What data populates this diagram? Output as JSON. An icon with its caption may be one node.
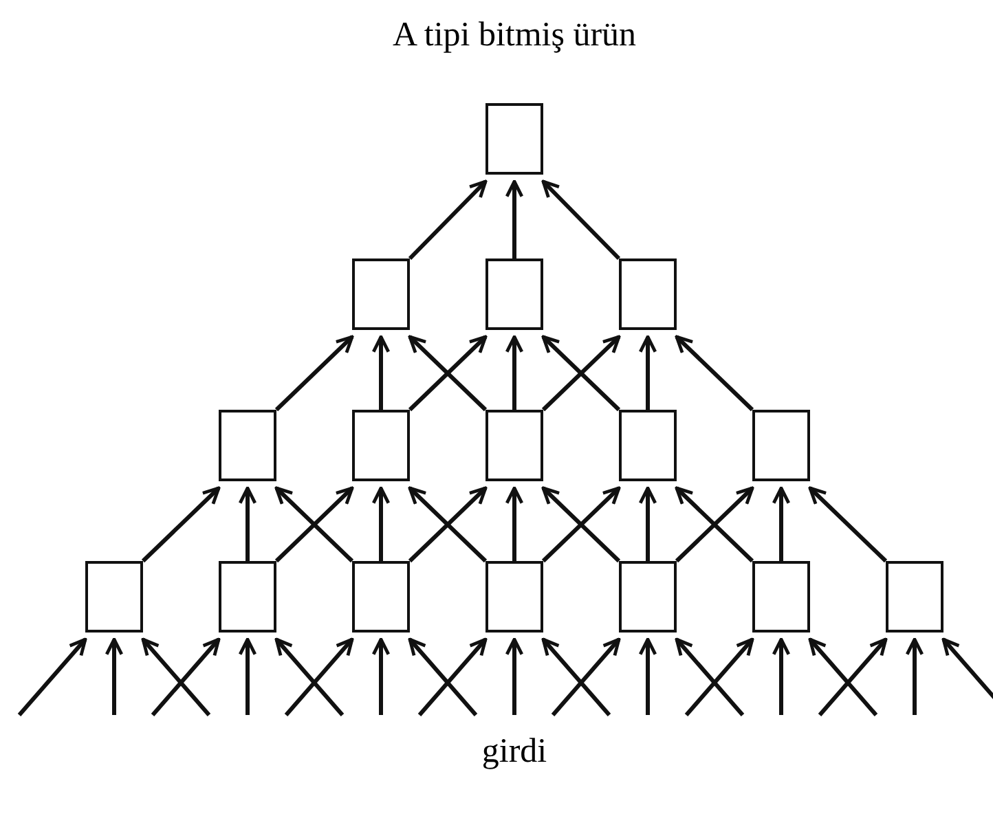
{
  "diagram": {
    "title": "A tipi bitmiş ürün",
    "nodes": [
      {
        "text": [],
        "shape": "box"
      },
      {
        "text": [],
        "shape": "box"
      },
      {
        "text": [],
        "shape": "box"
      },
      {
        "text": [],
        "shape": "box"
      },
      {
        "text": [],
        "shape": "box"
      },
      {
        "text": [],
        "shape": "box"
      },
      {
        "text": [],
        "shape": "box"
      },
      {
        "text": [],
        "shape": "box"
      },
      {
        "text": [],
        "shape": "box"
      },
      {
        "text": [],
        "shape": "box"
      },
      {
        "text": [],
        "shape": "box"
      },
      {
        "text": [],
        "shape": "box"
      },
      {
        "text": [],
        "shape": "box"
      },
      {
        "text": [],
        "shape": "box"
      },
      {
        "text": [],
        "shape": "box"
      },
      {
        "text": [],
        "shape": "box"
      }
    ],
    "edges": [
      {
        "from": 1,
        "to": 0,
        "arrow": "to"
      },
      {
        "from": 2,
        "to": 0,
        "arrow": "to"
      },
      {
        "from": 3,
        "to": 0,
        "arrow": "to"
      },
      {
        "from": 4,
        "to": 1,
        "arrow": "to"
      },
      {
        "from": 5,
        "to": 1,
        "arrow": "to"
      },
      {
        "from": 5,
        "to": 2,
        "arrow": "to"
      },
      {
        "from": 6,
        "to": 1,
        "arrow": "to"
      },
      {
        "from": 6,
        "to": 2,
        "arrow": "to"
      },
      {
        "from": 6,
        "to": 3,
        "arrow": "to"
      },
      {
        "from": 7,
        "to": 2,
        "arrow": "to"
      },
      {
        "from": 7,
        "to": 3,
        "arrow": "to"
      },
      {
        "from": 8,
        "to": 3,
        "arrow": "to"
      },
      {
        "from": 9,
        "to": 4,
        "arrow": "to"
      },
      {
        "from": 10,
        "to": 4,
        "arrow": "to"
      },
      {
        "from": 10,
        "to": 5,
        "arrow": "to"
      },
      {
        "from": 11,
        "to": 4,
        "arrow": "to"
      },
      {
        "from": 11,
        "to": 5,
        "arrow": "to"
      },
      {
        "from": 11,
        "to": 6,
        "arrow": "to"
      },
      {
        "from": 12,
        "to": 5,
        "arrow": "to"
      },
      {
        "from": 12,
        "to": 6,
        "arrow": "to"
      },
      {
        "from": 12,
        "to": 7,
        "arrow": "to"
      },
      {
        "from": 13,
        "to": 6,
        "arrow": "to"
      },
      {
        "from": 13,
        "to": 7,
        "arrow": "to"
      },
      {
        "from": 13,
        "to": 8,
        "arrow": "to"
      },
      {
        "from": 14,
        "to": 7,
        "arrow": "to"
      },
      {
        "from": 14,
        "to": 8,
        "arrow": "to"
      },
      {
        "from": 15,
        "to": 8,
        "arrow": "to"
      },
      {
        "from": null,
        "to": 9,
        "arrow": "to"
      },
      {
        "from": null,
        "to": 9,
        "arrow": "to"
      },
      {
        "from": null,
        "to": 9,
        "arrow": "to"
      },
      {
        "from": null,
        "to": 10,
        "arrow": "to"
      },
      {
        "from": null,
        "to": 10,
        "arrow": "to"
      },
      {
        "from": null,
        "to": 10,
        "arrow": "to"
      },
      {
        "from": null,
        "to": 11,
        "arrow": "to"
      },
      {
        "from": null,
        "to": 11,
        "arrow": "to"
      },
      {
        "from": null,
        "to": 11,
        "arrow": "to"
      },
      {
        "from": null,
        "to": 12,
        "arrow": "to"
      },
      {
        "from": null,
        "to": 12,
        "arrow": "to"
      },
      {
        "from": null,
        "to": 12,
        "arrow": "to"
      },
      {
        "from": null,
        "to": 13,
        "arrow": "to"
      },
      {
        "from": null,
        "to": 13,
        "arrow": "to"
      },
      {
        "from": null,
        "to": 13,
        "arrow": "to"
      },
      {
        "from": null,
        "to": 14,
        "arrow": "to"
      },
      {
        "from": null,
        "to": 14,
        "arrow": "to"
      },
      {
        "from": null,
        "to": 14,
        "arrow": "to"
      },
      {
        "from": null,
        "to": 15,
        "arrow": "to"
      },
      {
        "from": null,
        "to": 15,
        "arrow": "to"
      },
      {
        "from": null,
        "to": 15,
        "arrow": "to"
      }
    ],
    "labels": [
      "girdi"
    ]
  }
}
